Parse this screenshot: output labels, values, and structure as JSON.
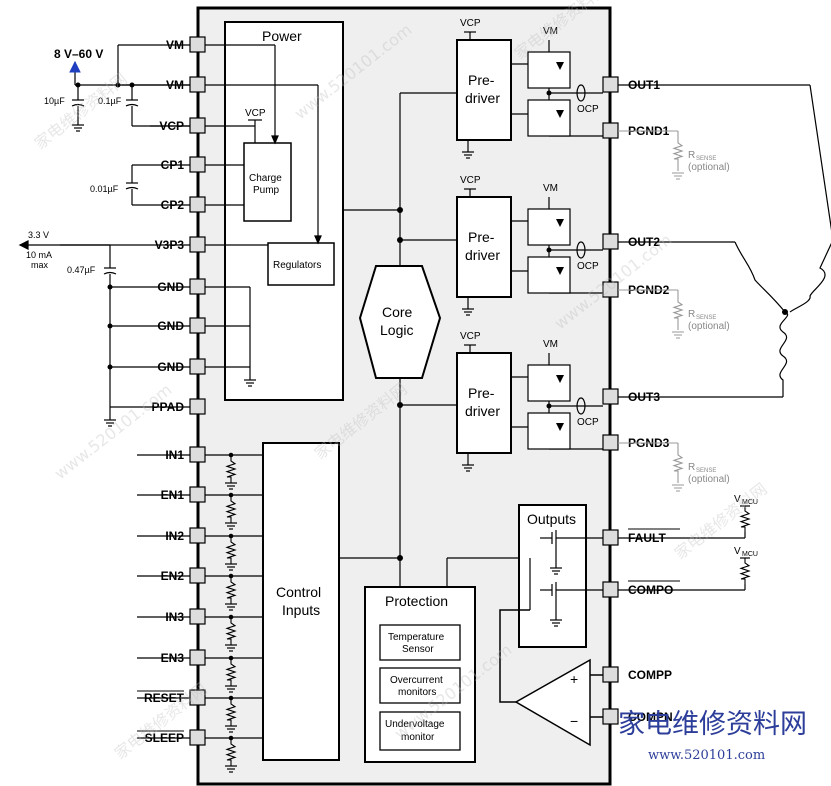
{
  "supply": {
    "label": "8 V–60 V"
  },
  "caps": {
    "c1": "10µF",
    "c2": "0.1µF",
    "c3": "0.01µF",
    "c4": "0.47µF"
  },
  "v3p3_out": {
    "line1": "3.3 V",
    "line2": "10 mA",
    "line3": "max"
  },
  "left_pins": [
    "VM",
    "VM",
    "VCP",
    "CP1",
    "CP2",
    "V3P3",
    "GND",
    "GND",
    "GND",
    "PPAD",
    "IN1",
    "EN1",
    "IN2",
    "EN2",
    "IN3",
    "EN3",
    "RESET",
    "SLEEP"
  ],
  "right_pins": [
    "OUT1",
    "PGND1",
    "OUT2",
    "PGND2",
    "OUT3",
    "PGND3",
    "FAULT",
    "COMPO",
    "COMPP",
    "COMPN"
  ],
  "blocks": {
    "power": "Power",
    "charge_pump_l1": "Charge",
    "charge_pump_l2": "Pump",
    "regulators": "Regulators",
    "vcp_small": "VCP",
    "core_l1": "Core",
    "core_l2": "Logic",
    "control_l1": "Control",
    "control_l2": "Inputs",
    "protection": "Protection",
    "temp_l1": "Temperature",
    "temp_l2": "Sensor",
    "oc_l1": "Overcurrent",
    "oc_l2": "monitors",
    "uv_l1": "Undervoltage",
    "uv_l2": "monitor",
    "outputs": "Outputs",
    "predriver_l1": "Pre-",
    "predriver_l2": "driver"
  },
  "labels": {
    "vcp": "VCP",
    "vm": "VM",
    "ocp": "OCP",
    "rsense": "R",
    "rsense_sub": "SENSE",
    "optional": "(optional)",
    "vmcu": "V",
    "vmcu_sub": "MCU",
    "plus": "+",
    "minus": "−"
  },
  "watermark": {
    "brand": "家电维修资料网",
    "url": "www.520101.com"
  },
  "colors": {
    "supply_arrow": "#1f3fbf",
    "background": "#efefef"
  }
}
